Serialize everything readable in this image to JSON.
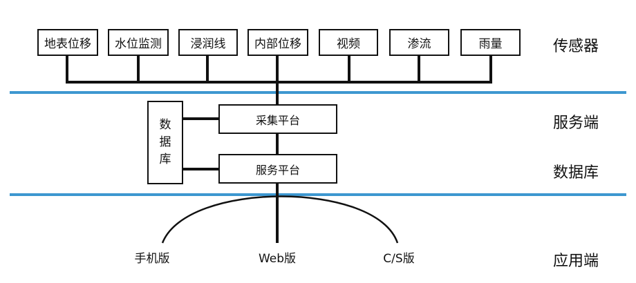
{
  "sensors": [
    "地表位移",
    "水位监测",
    "浸润线",
    "内部位移",
    "视频",
    "渗流",
    "雨量"
  ],
  "platforms": {
    "collect": "采集平台",
    "service": "服务平台"
  },
  "database": [
    "数",
    "据",
    "库"
  ],
  "clients": [
    "手机版",
    "Web版",
    "C/S版"
  ],
  "layer_labels": {
    "sensors": "传感器",
    "server": "服务端",
    "database": "数据库",
    "app": "应用端"
  },
  "colors": {
    "separator": "#3d97d0",
    "stroke": "#111111"
  }
}
